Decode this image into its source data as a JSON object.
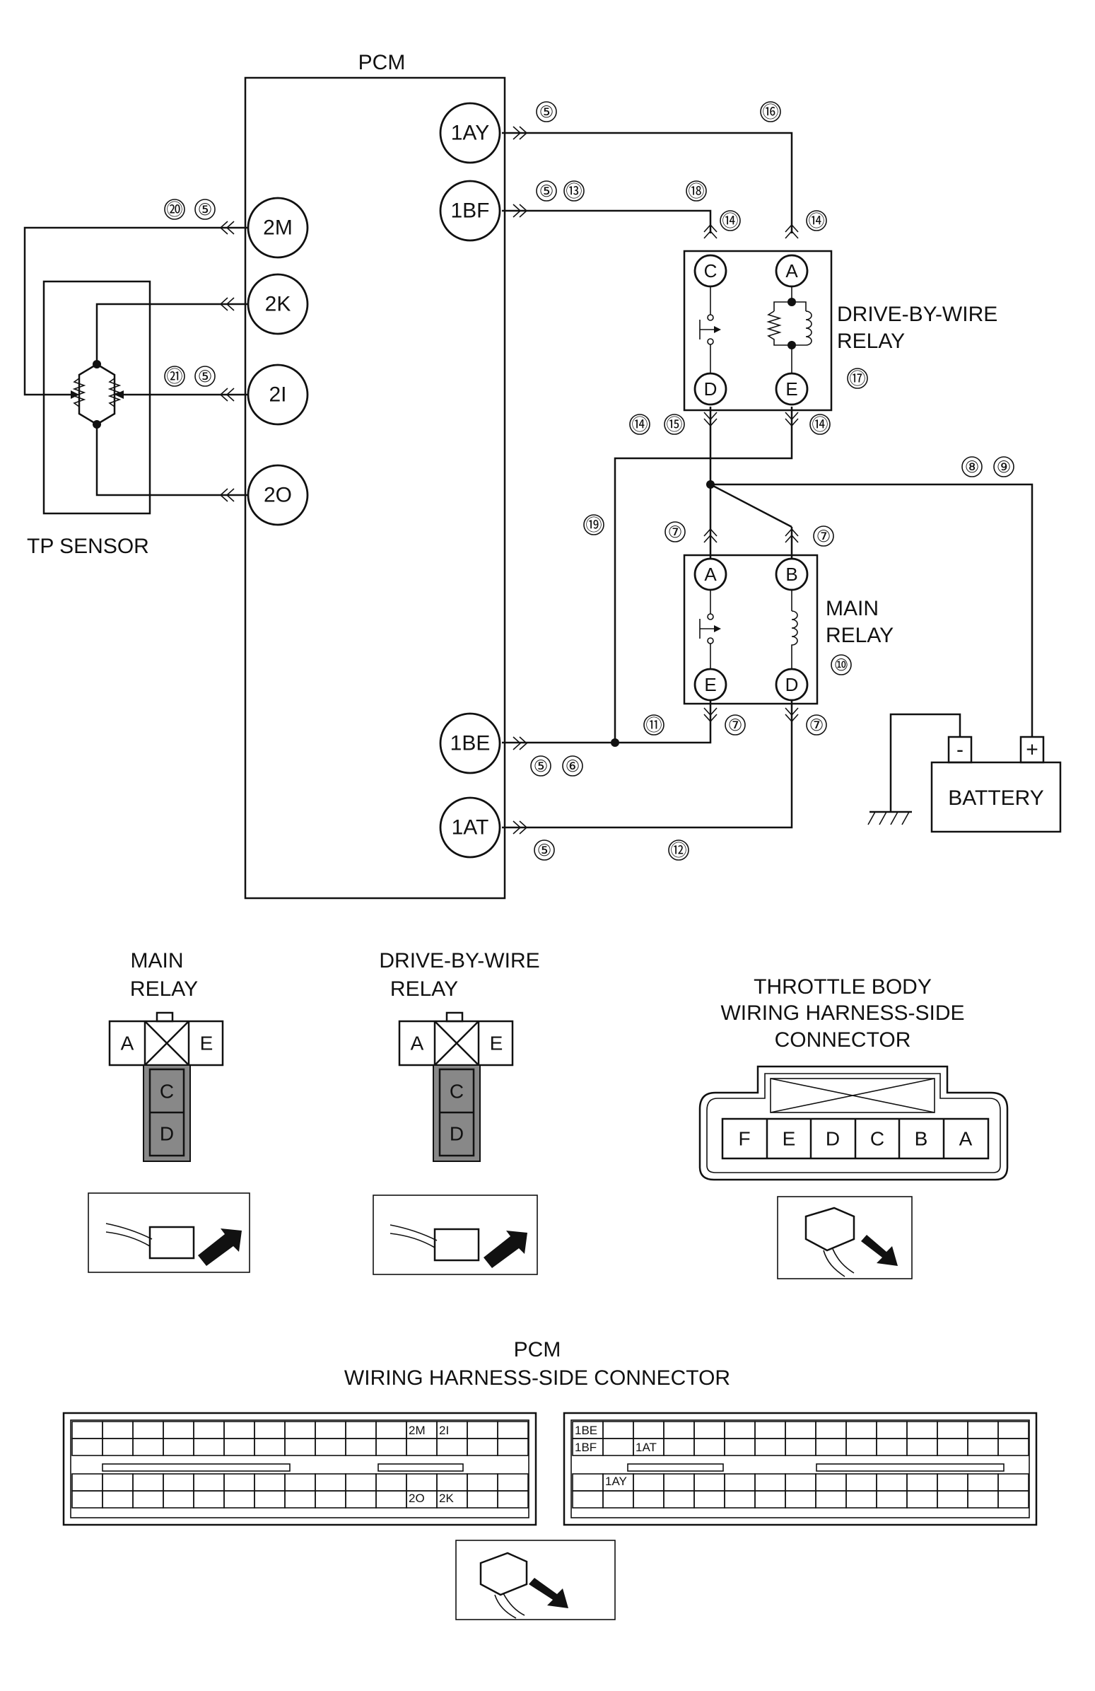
{
  "pcm": {
    "title": "PCM",
    "pins_right": [
      "1AY",
      "1BF",
      "1BE",
      "1AT"
    ],
    "pins_left": [
      "2M",
      "2K",
      "2I",
      "2O"
    ]
  },
  "tp_sensor": {
    "label": "TP SENSOR"
  },
  "dbw_relay": {
    "label_line1": "DRIVE-BY-WIRE",
    "label_line2": "RELAY",
    "terminals": [
      "C",
      "A",
      "D",
      "E"
    ]
  },
  "main_relay": {
    "label_line1": "MAIN",
    "label_line2": "RELAY",
    "terminals": [
      "A",
      "B",
      "E",
      "D"
    ]
  },
  "battery": {
    "label": "BATTERY",
    "minus": "-",
    "plus": "+"
  },
  "callouts": {
    "n5": "⑤",
    "n6": "⑥",
    "n7": "⑦",
    "n8": "⑧",
    "n9": "⑨",
    "n10": "⑩",
    "n11": "⑪",
    "n12": "⑫",
    "n13": "⑬",
    "n14": "⑭",
    "n15": "⑮",
    "n16": "⑯",
    "n17": "⑰",
    "n18": "⑱",
    "n19": "⑲",
    "n20": "⑳",
    "n21": "㉑"
  },
  "connectors": {
    "main_relay_title": [
      "MAIN",
      "RELAY"
    ],
    "main_relay_cells": [
      "A",
      "E",
      "C",
      "D"
    ],
    "dbw_relay_title": [
      "DRIVE-BY-WIRE",
      "RELAY"
    ],
    "dbw_relay_cells": [
      "A",
      "E",
      "C",
      "D"
    ],
    "throttle_title": [
      "THROTTLE BODY",
      "WIRING HARNESS-SIDE",
      "CONNECTOR"
    ],
    "throttle_cells": [
      "F",
      "E",
      "D",
      "C",
      "B",
      "A"
    ],
    "pcm_title": [
      "PCM",
      "WIRING HARNESS-SIDE CONNECTOR"
    ],
    "pcm_left_cells": [
      "2M",
      "2I",
      "2O",
      "2K"
    ],
    "pcm_right_cells": [
      "1BE",
      "1BF",
      "1AT",
      "1AY"
    ]
  },
  "colors": {
    "line": "#111111",
    "background": "#ffffff"
  }
}
